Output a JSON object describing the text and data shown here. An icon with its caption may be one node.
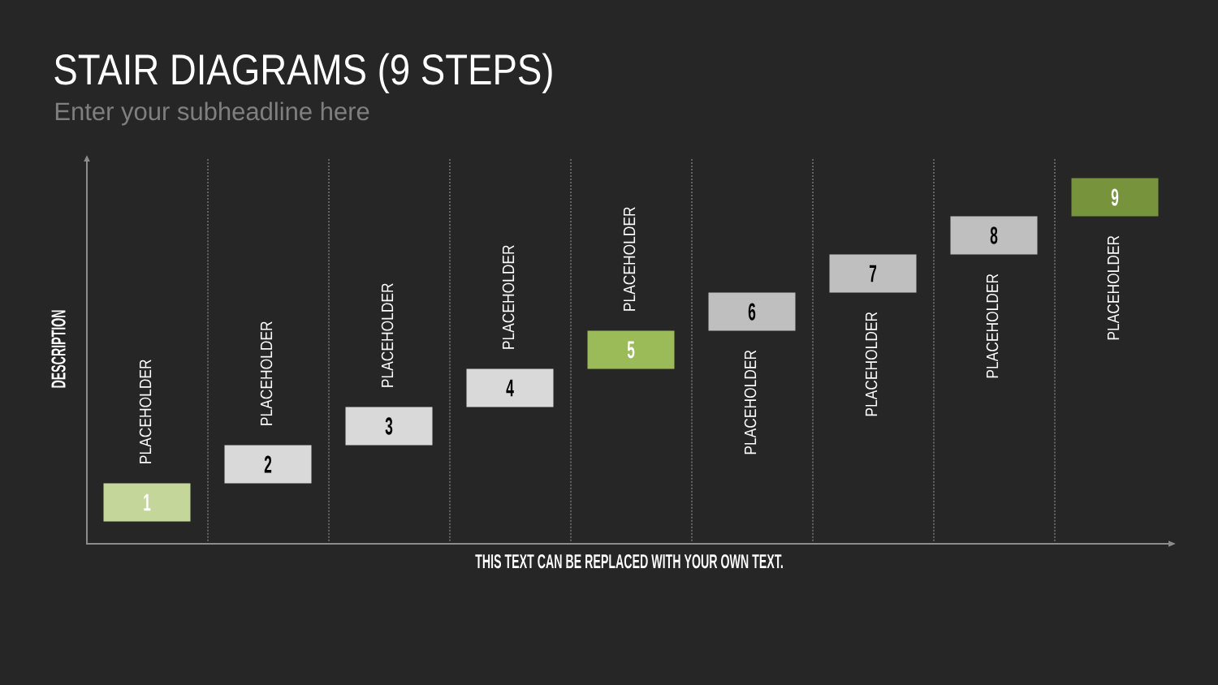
{
  "diagram": {
    "title": "STAIR DIAGRAMS (9 STEPS)",
    "nodes": [
      {
        "text": [
          "1"
        ],
        "beside": [
          "PLACEHOLDER"
        ]
      },
      {
        "text": [
          "2"
        ],
        "beside": [
          "PLACEHOLDER"
        ]
      },
      {
        "text": [
          "3"
        ],
        "beside": [
          "PLACEHOLDER"
        ]
      },
      {
        "text": [
          "4"
        ],
        "beside": [
          "PLACEHOLDER"
        ]
      },
      {
        "text": [
          "5"
        ],
        "beside": [
          "PLACEHOLDER"
        ]
      },
      {
        "text": [
          "6"
        ],
        "beside": [
          "PLACEHOLDER"
        ]
      },
      {
        "text": [
          "7"
        ],
        "beside": [
          "PLACEHOLDER"
        ]
      },
      {
        "text": [
          "8"
        ],
        "beside": [
          "PLACEHOLDER"
        ]
      },
      {
        "text": [
          "9"
        ],
        "beside": [
          "PLACEHOLDER"
        ]
      }
    ],
    "labels": [
      "Enter your subheadline here",
      "DESCRIPTION",
      "THIS TEXT CAN BE REPLACED WITH YOUR OWN TEXT."
    ]
  }
}
